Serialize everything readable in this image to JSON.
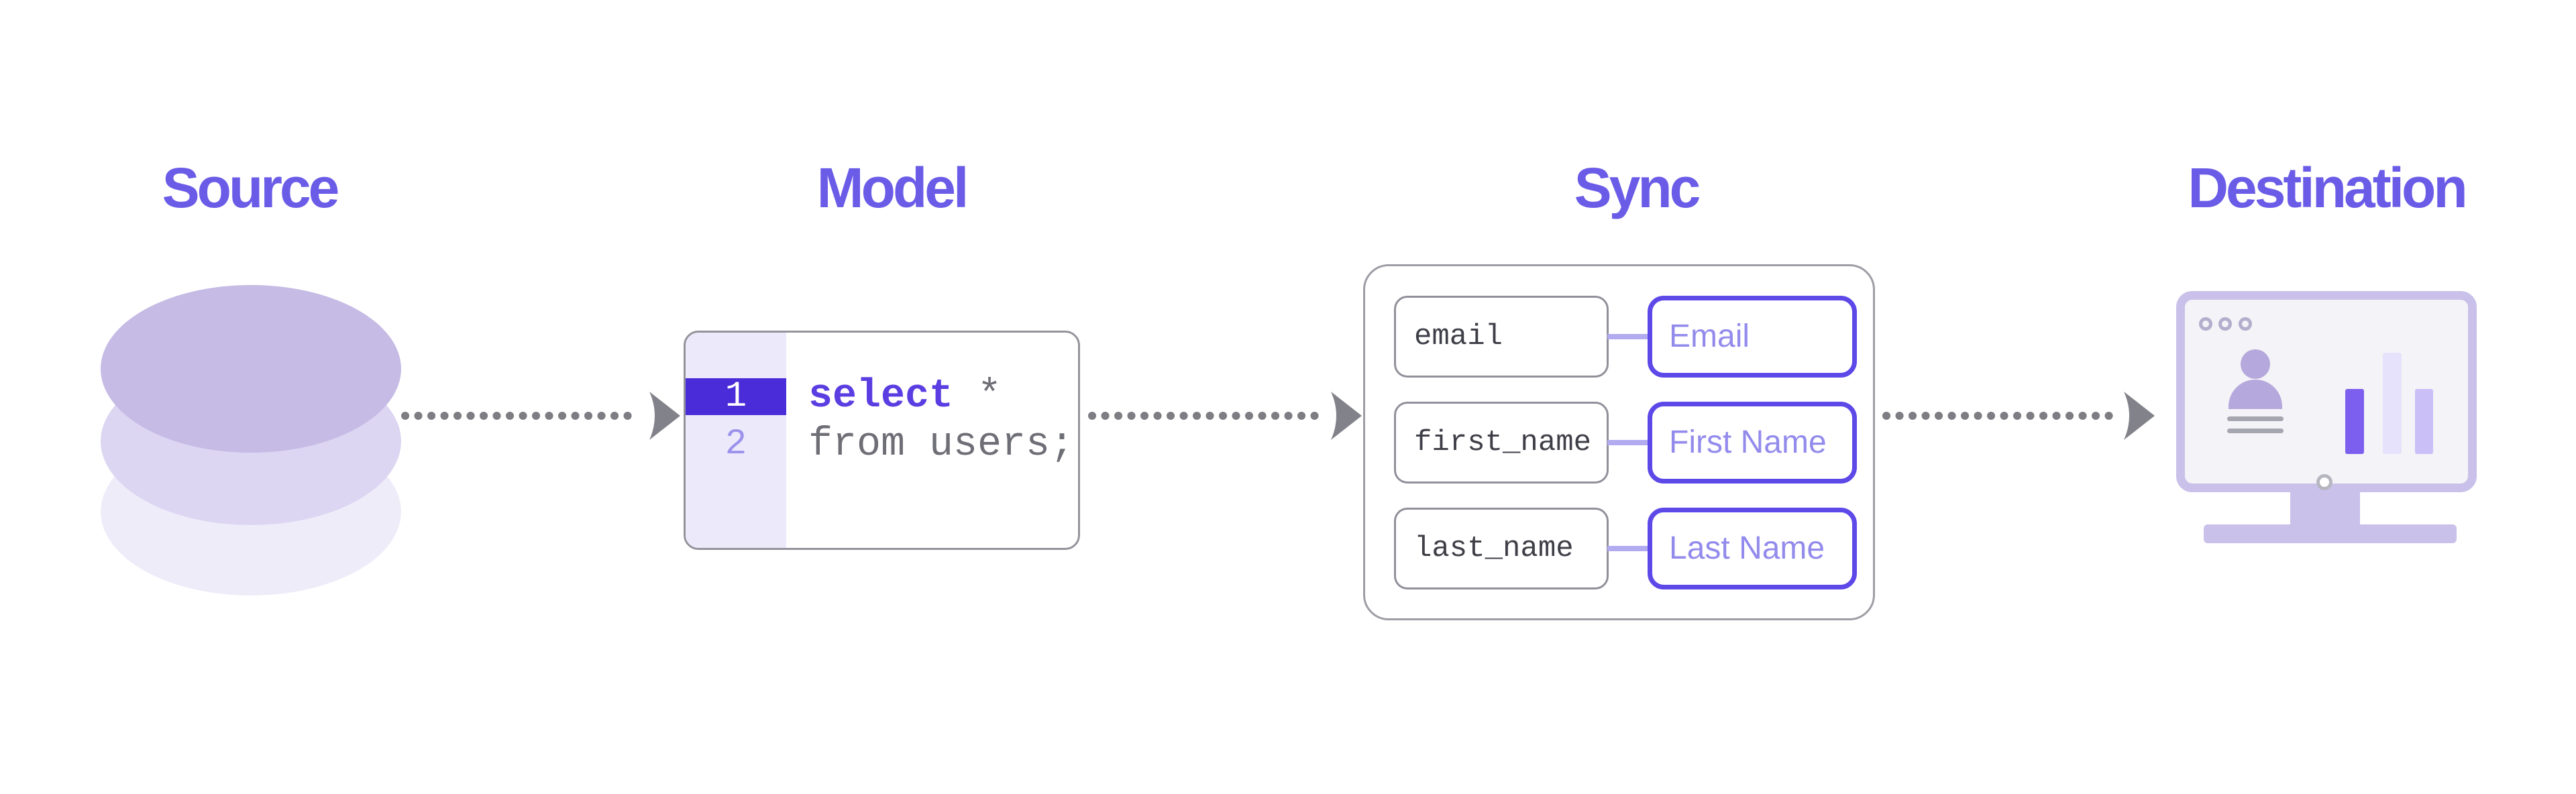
{
  "titles": {
    "source": "Source",
    "model": "Model",
    "sync": "Sync",
    "destination": "Destination"
  },
  "model_code": {
    "lines": [
      {
        "number": "1",
        "keyword": "select",
        "rest": " *"
      },
      {
        "number": "2",
        "keyword": "",
        "rest": "from users;"
      }
    ]
  },
  "sync_mappings": [
    {
      "source_field": "email",
      "dest_field": "Email"
    },
    {
      "source_field": "first_name",
      "dest_field": "First Name"
    },
    {
      "source_field": "last_name",
      "dest_field": "Last Name"
    }
  ],
  "colors": {
    "title": "#6b5ce8",
    "keyword": "#5b3ee1",
    "code_text": "#6e6e76",
    "active_line_bg": "#4a2cd9",
    "gutter_bg": "#ece9fa",
    "line2_number": "#9c92ec",
    "field_text": "#3f3f48",
    "dest_box_border": "#5d48e8",
    "dest_box_text": "#938bec",
    "connector": "#b3abf0",
    "arrow": "#7d7d83",
    "db_top": "#c5bbe5",
    "db_mid": "#dcd6f2",
    "db_bottom": "#efecfa",
    "monitor": "#c9c1e9",
    "screen": "#f4f3f7",
    "person": "#b5a8dc",
    "bar1": "#7c5fee",
    "bar2": "#e7e2fb",
    "bar3": "#cbbff7"
  }
}
